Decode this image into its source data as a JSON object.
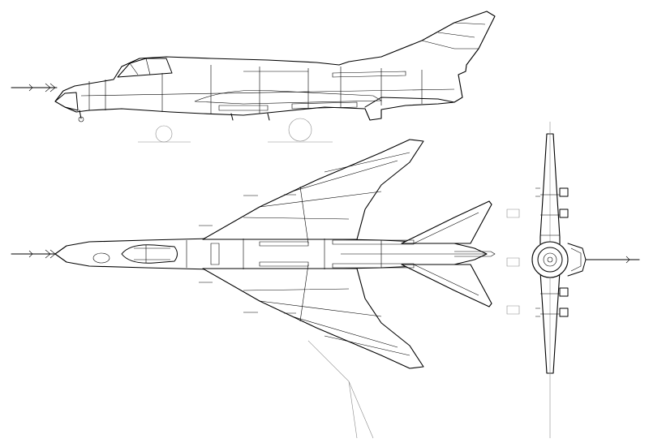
{
  "figure": {
    "colors": {
      "line": "#000000",
      "guide": "#8a8a8a",
      "background": "#ffffff"
    },
    "views": [
      "side-view",
      "top-view",
      "front-view"
    ]
  }
}
